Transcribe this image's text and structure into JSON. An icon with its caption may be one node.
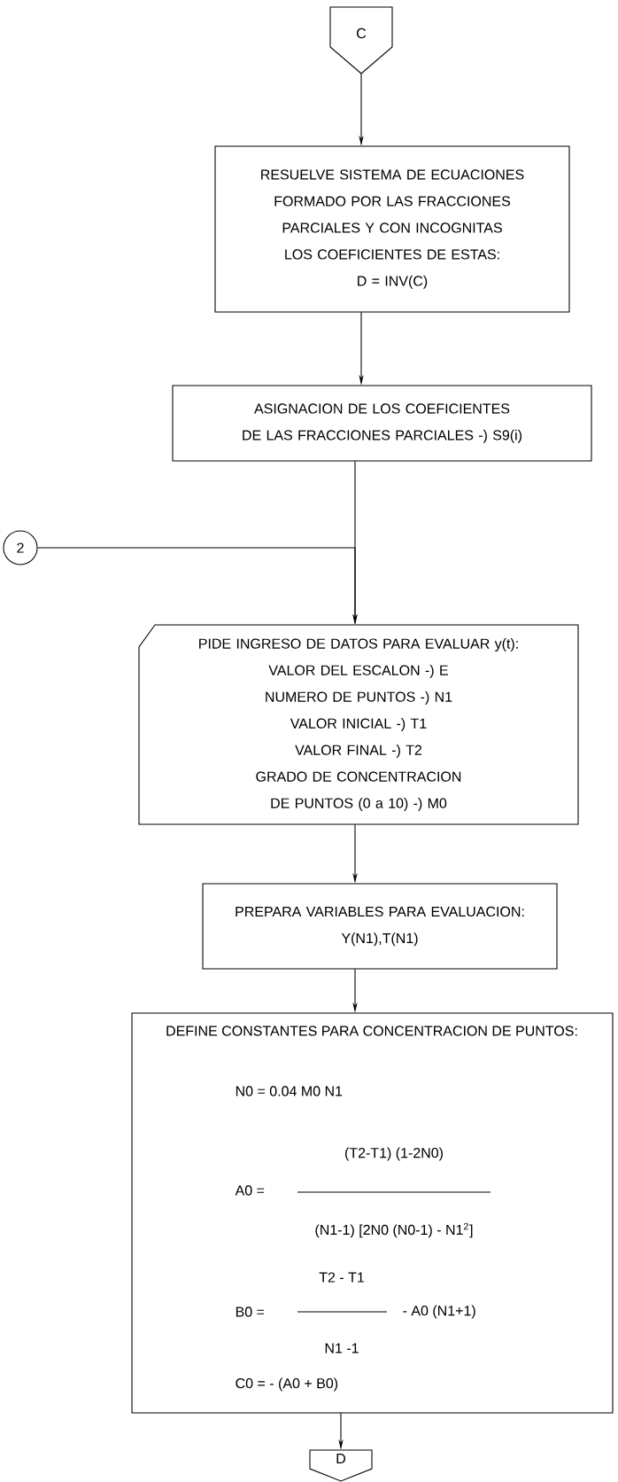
{
  "diagram": {
    "nodes": [
      {
        "text": [
          "C"
        ]
      },
      {
        "text": [
          "RESUELVE SISTEMA DE ECUACIONES FORMADO POR LAS FRACCIONES PARCIALES Y CON INCOGNITAS LOS COEFICIENTES DE ESTAS:",
          "D = INV(C)"
        ]
      },
      {
        "text": [
          "ASIGNACION DE LOS COEFICIENTES",
          "DE LAS FRACCIONES PARCIALES -) S9(i)"
        ]
      },
      {
        "text": [
          "2"
        ]
      },
      {
        "text": [
          "PIDE INGRESO DE DATOS PARA EVALUAR y(t):",
          "VALOR DEL ESCALON -) E",
          "NUMERO DE PUNTOS -) N1",
          "VALOR INICIAL -) T1",
          "VALOR FINAL -) T2",
          "GRADO DE CONCENTRACION",
          "DE PUNTOS (0 a 10) -) M0"
        ]
      },
      {
        "text": [
          "PREPARA VARIABLES PARA EVALUACION:",
          "Y(N1),T(N1)"
        ]
      },
      {
        "text": [
          "DEFINE CONSTANTES PARA CONCENTRACION DE PUNTOS:",
          "N0 = 0.04 M0 N1",
          "A0 =",
          "(T2-T1) (1-2N0)",
          "(N1-1) [2N0 (N0-1) - N1$^{2}$]",
          "B0 =",
          "T2 - T1",
          "N1 -1",
          "- A0 (N1+1)",
          "C0 = - (A0 + B0)"
        ]
      },
      {
        "text": [
          "D"
        ]
      }
    ],
    "edges": [
      {
        "from": 0,
        "to": 1,
        "arrow": "to"
      },
      {
        "from": 1,
        "to": 2,
        "arrow": "to"
      },
      {
        "from": 2,
        "to": 4,
        "arrow": "to"
      },
      {
        "from": 3,
        "to": 4,
        "arrow": "to"
      },
      {
        "from": 4,
        "to": 5,
        "arrow": "to"
      },
      {
        "from": 5,
        "to": 6,
        "arrow": "to"
      },
      {
        "from": 6,
        "to": 7,
        "arrow": "to"
      }
    ]
  }
}
